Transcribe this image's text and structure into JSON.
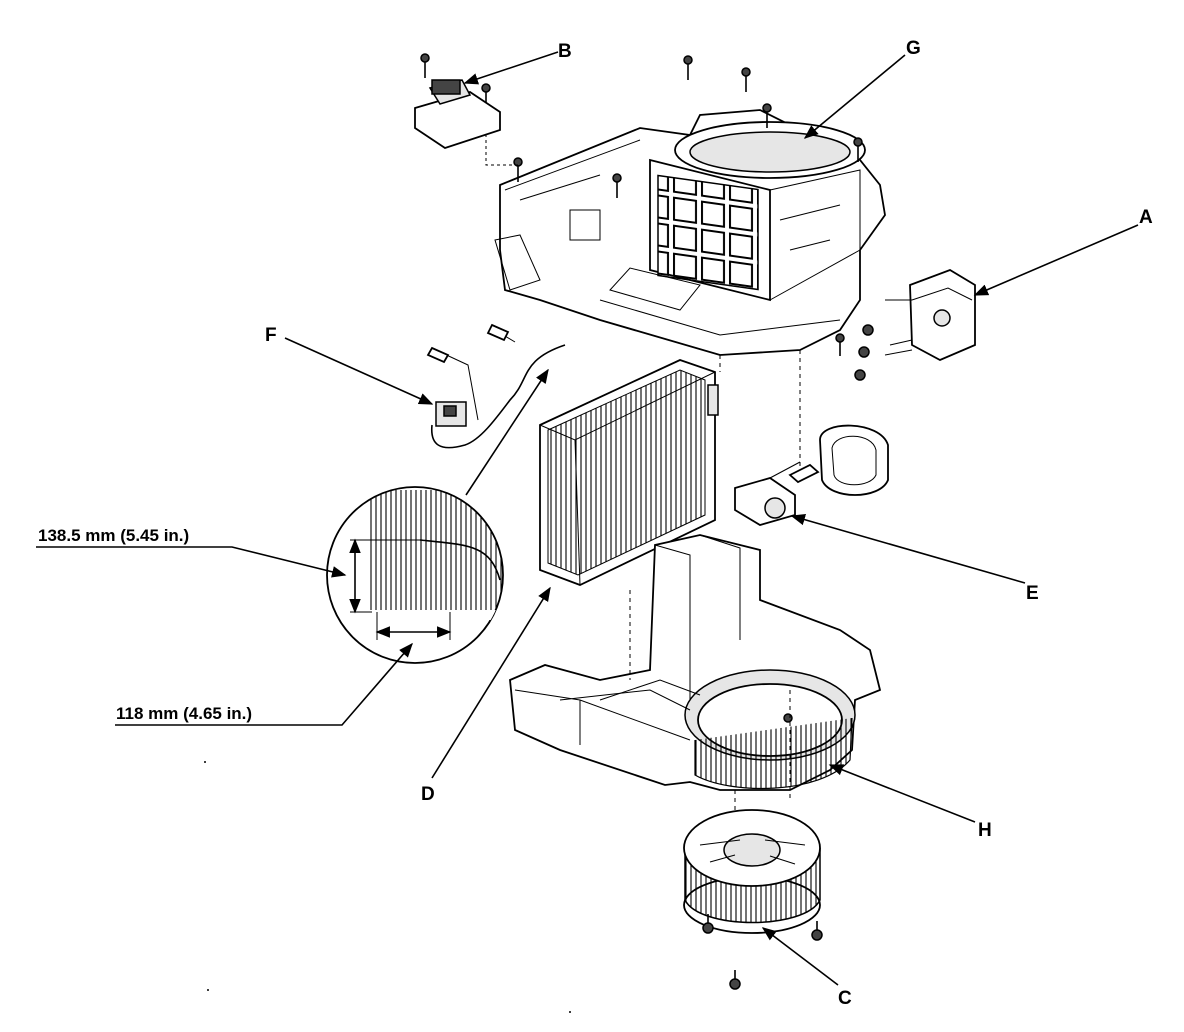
{
  "callouts": {
    "A": "A",
    "B": "B",
    "C": "C",
    "D": "D",
    "E": "E",
    "F": "F",
    "G": "G",
    "H": "H"
  },
  "dimensions": {
    "height_label": "138.5 mm (5.45 in.)",
    "width_label": "118 mm (4.65 in.)"
  }
}
